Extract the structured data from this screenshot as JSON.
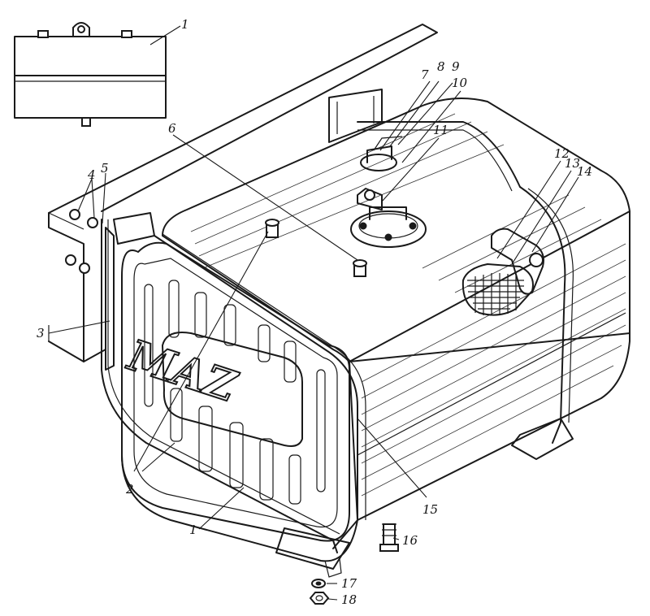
{
  "callouts": [
    {
      "id": "c1a",
      "text": "1"
    },
    {
      "id": "c1b",
      "text": "1"
    },
    {
      "id": "c2",
      "text": "2"
    },
    {
      "id": "c3",
      "text": "3"
    },
    {
      "id": "c4",
      "text": "4"
    },
    {
      "id": "c5",
      "text": "5"
    },
    {
      "id": "c6",
      "text": "6"
    },
    {
      "id": "c7",
      "text": "7"
    },
    {
      "id": "c8",
      "text": "8"
    },
    {
      "id": "c9",
      "text": "9"
    },
    {
      "id": "c10",
      "text": "10"
    },
    {
      "id": "c11",
      "text": "11"
    },
    {
      "id": "c12",
      "text": "12"
    },
    {
      "id": "c13",
      "text": "13"
    },
    {
      "id": "c14",
      "text": "14"
    },
    {
      "id": "c15",
      "text": "15"
    },
    {
      "id": "c16",
      "text": "16"
    },
    {
      "id": "c17",
      "text": "17"
    },
    {
      "id": "c18",
      "text": "18"
    }
  ],
  "emblem_text": "MAZ",
  "colors": {
    "ink": "#1a1a1a",
    "paper": "#ffffff"
  }
}
